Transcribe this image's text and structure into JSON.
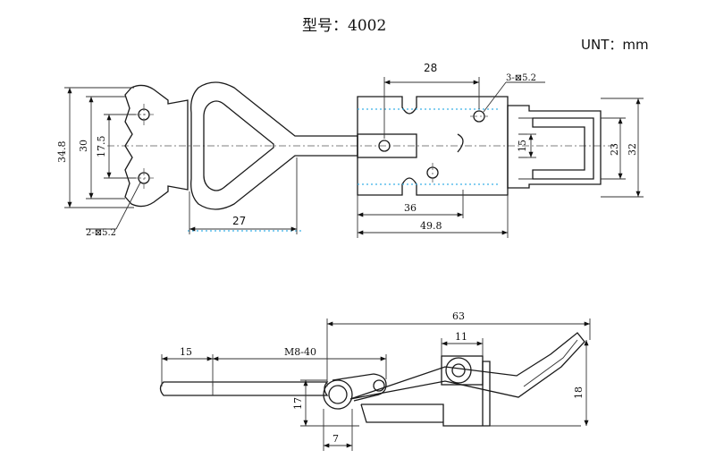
{
  "title": "型号：4002",
  "unit": "UNT：mm",
  "top_view": {
    "dim_28": "28",
    "hole_note_right": "3-⊠5.2",
    "dim_36": "36",
    "dim_49_8": "49.8",
    "dim_27": "27",
    "hole_note_left": "2-⊠5.2",
    "dim_34_8": "34.8",
    "dim_30": "30",
    "dim_17_5": "17.5",
    "dim_15": "15",
    "dim_23": "23",
    "dim_32": "32"
  },
  "side_view": {
    "dim_63": "63",
    "dim_15": "15",
    "dim_m8_40": "M8-40",
    "dim_11": "11",
    "dim_17": "17",
    "dim_18": "18",
    "dim_7": "7"
  }
}
